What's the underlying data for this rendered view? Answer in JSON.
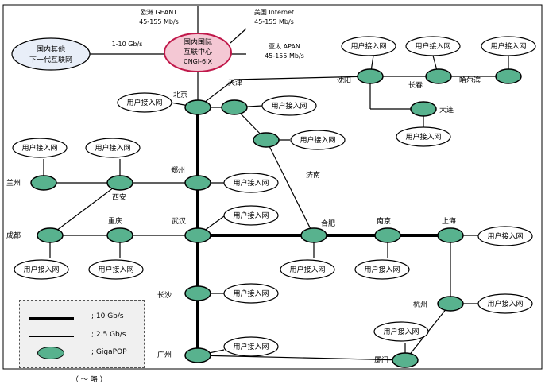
{
  "core": {
    "label_line1": "国内国际",
    "label_line2": "互联中心",
    "label_line3": "CNGI-6IX"
  },
  "external_links": {
    "europe": {
      "name": "欧洲 GEANT",
      "bandwidth": "45-155 Mb/s"
    },
    "usa": {
      "name": "美国 Internet",
      "bandwidth": "45-155 Mb/s"
    },
    "apan": {
      "name": "亚太 APAN",
      "bandwidth": "45-155 Mb/s"
    },
    "domestic": {
      "line1": "国内其他",
      "line2": "下一代互联网",
      "bandwidth": "1-10 Gb/s"
    }
  },
  "access_label": "用户接入网",
  "cities": {
    "beijing": "北京",
    "tianjin": "天津",
    "shenyang": "沈阳",
    "changchun": "长春",
    "harbin": "哈尔滨",
    "dalian": "大连",
    "jinan": "济南",
    "zhengzhou": "郑州",
    "xian": "西安",
    "lanzhou": "兰州",
    "chengdu": "成都",
    "chongqing": "重庆",
    "wuhan": "武汉",
    "hefei": "合肥",
    "nanjing": "南京",
    "shanghai": "上海",
    "changsha": "长沙",
    "hangzhou": "杭州",
    "guangzhou": "广州",
    "xiamen": "厦门"
  },
  "legend": {
    "item_10g": "; 10 Gb/s",
    "item_25g": "; 2.5 Gb/s",
    "item_pop": "; GigaPOP"
  },
  "caption": "（ ～ 略 ）",
  "colors": {
    "node": "#58b28e",
    "core_fill": "#f4c8d4",
    "core_stroke": "#c0184a",
    "external_fill": "#e8eef8",
    "line": "#000000"
  }
}
